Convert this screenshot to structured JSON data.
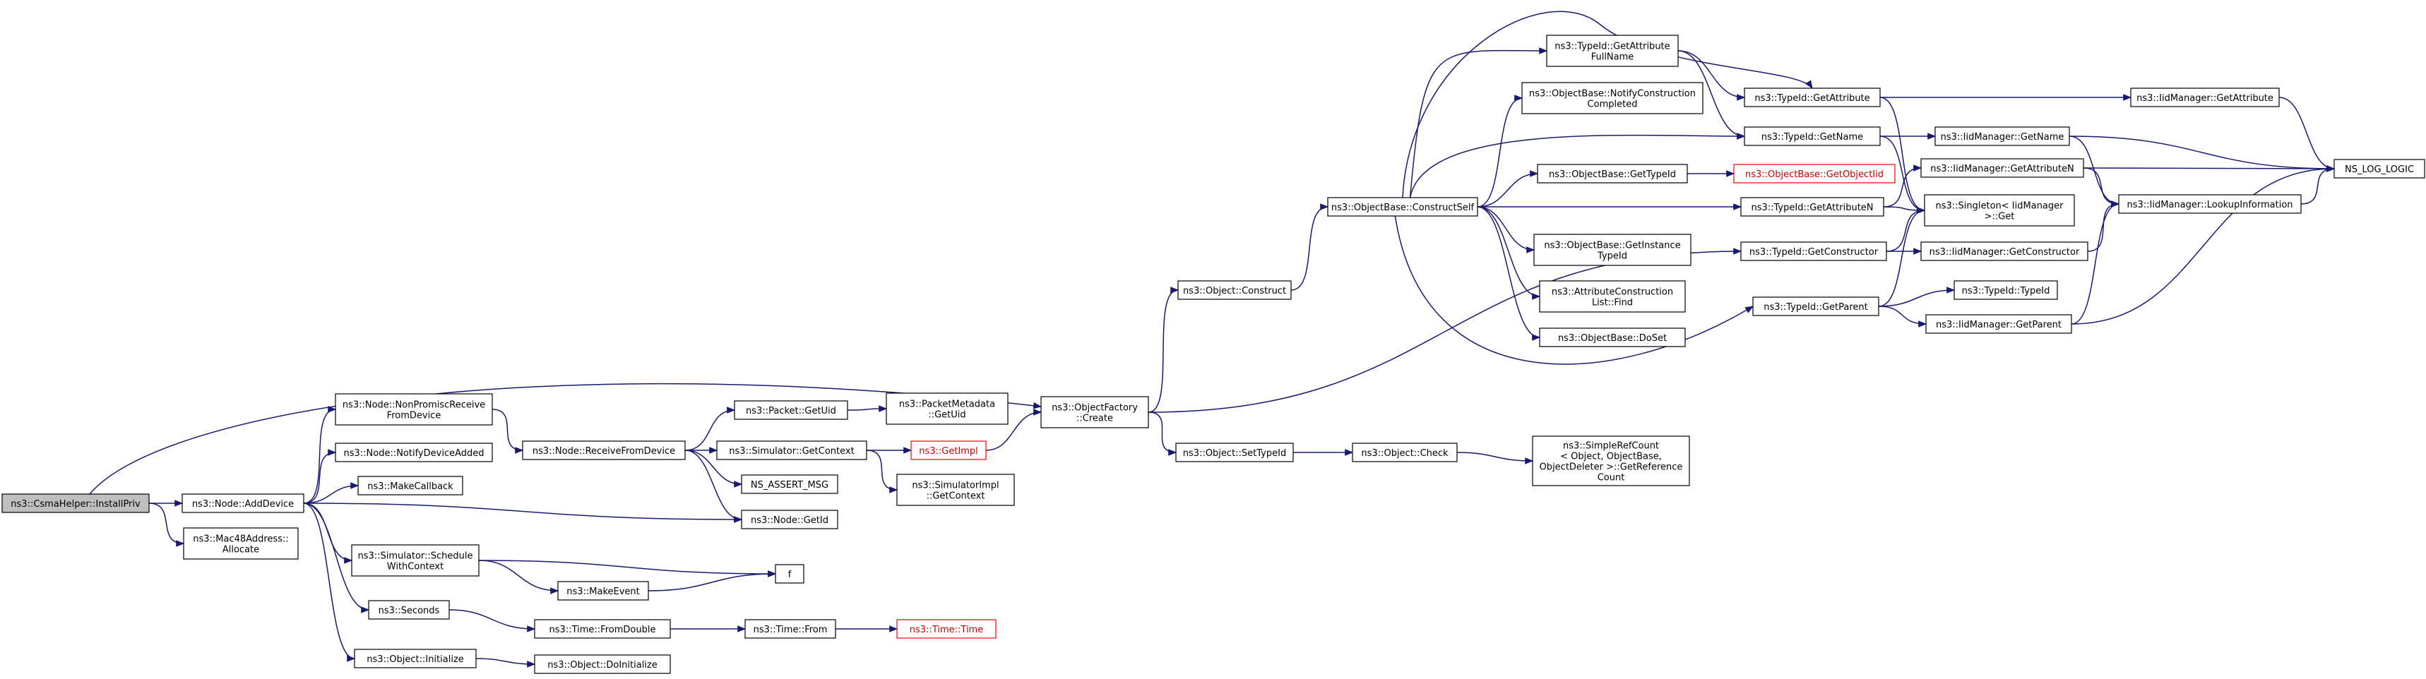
{
  "diagram": {
    "type": "call-graph",
    "colors": {
      "edge": "#191970",
      "root_fill": "#bfbfbf",
      "truncated_border": "#ff0000",
      "node_border": "#000000"
    },
    "nodes": [
      {
        "id": "installpriv",
        "lines": [
          "ns3::CsmaHelper::InstallPriv"
        ],
        "style": "root"
      },
      {
        "id": "adddevice",
        "lines": [
          "ns3::Node::AddDevice"
        ]
      },
      {
        "id": "mac48",
        "lines": [
          "ns3::Mac48Address::",
          "Allocate"
        ]
      },
      {
        "id": "nonpromisc",
        "lines": [
          "ns3::Node::NonPromiscReceive",
          "FromDevice"
        ]
      },
      {
        "id": "notifydev",
        "lines": [
          "ns3::Node::NotifyDeviceAdded"
        ]
      },
      {
        "id": "makecallback",
        "lines": [
          "ns3::MakeCallback"
        ]
      },
      {
        "id": "schedule",
        "lines": [
          "ns3::Simulator::Schedule",
          "WithContext"
        ]
      },
      {
        "id": "seconds",
        "lines": [
          "ns3::Seconds"
        ]
      },
      {
        "id": "initialize",
        "lines": [
          "ns3::Object::Initialize"
        ]
      },
      {
        "id": "receivefrom",
        "lines": [
          "ns3::Node::ReceiveFromDevice"
        ]
      },
      {
        "id": "getid",
        "lines": [
          "ns3::Node::GetId"
        ]
      },
      {
        "id": "makeevent",
        "lines": [
          "ns3::MakeEvent"
        ]
      },
      {
        "id": "fromdouble",
        "lines": [
          "ns3::Time::FromDouble"
        ]
      },
      {
        "id": "doinit",
        "lines": [
          "ns3::Object::DoInitialize"
        ]
      },
      {
        "id": "getuid",
        "lines": [
          "ns3::Packet::GetUid"
        ]
      },
      {
        "id": "getcontext",
        "lines": [
          "ns3::Simulator::GetContext"
        ]
      },
      {
        "id": "assertmsg",
        "lines": [
          "NS_ASSERT_MSG"
        ]
      },
      {
        "id": "f",
        "lines": [
          "f"
        ]
      },
      {
        "id": "timefrom",
        "lines": [
          "ns3::Time::From"
        ]
      },
      {
        "id": "pmgetuid",
        "lines": [
          "ns3::PacketMetadata",
          "::GetUid"
        ]
      },
      {
        "id": "getimpl",
        "lines": [
          "ns3::GetImpl"
        ],
        "style": "truncated"
      },
      {
        "id": "simimplctx",
        "lines": [
          "ns3::SimulatorImpl",
          "::GetContext"
        ]
      },
      {
        "id": "timetime",
        "lines": [
          "ns3::Time::Time"
        ],
        "style": "truncated"
      },
      {
        "id": "create",
        "lines": [
          "ns3::ObjectFactory",
          "::Create"
        ]
      },
      {
        "id": "construct",
        "lines": [
          "ns3::Object::Construct"
        ]
      },
      {
        "id": "settypeid",
        "lines": [
          "ns3::Object::SetTypeId"
        ]
      },
      {
        "id": "check",
        "lines": [
          "ns3::Object::Check"
        ]
      },
      {
        "id": "refcount",
        "lines": [
          "ns3::SimpleRefCount",
          "< Object, ObjectBase,",
          "ObjectDeleter >::GetReference",
          "Count"
        ]
      },
      {
        "id": "constructself",
        "lines": [
          "ns3::ObjectBase::ConstructSelf"
        ]
      },
      {
        "id": "gafullname",
        "lines": [
          "ns3::TypeId::GetAttribute",
          "FullName"
        ]
      },
      {
        "id": "notifyconstr",
        "lines": [
          "ns3::ObjectBase::NotifyConstruction",
          "Completed"
        ]
      },
      {
        "id": "obgettypeid",
        "lines": [
          "ns3::ObjectBase::GetTypeId"
        ]
      },
      {
        "id": "getinstance",
        "lines": [
          "ns3::ObjectBase::GetInstance",
          "TypeId"
        ]
      },
      {
        "id": "acfind",
        "lines": [
          "ns3::AttributeConstruction",
          "List::Find"
        ]
      },
      {
        "id": "doset",
        "lines": [
          "ns3::ObjectBase::DoSet"
        ]
      },
      {
        "id": "getobjectiid",
        "lines": [
          "ns3::ObjectBase::GetObjectIid"
        ],
        "style": "truncated"
      },
      {
        "id": "tgetattr",
        "lines": [
          "ns3::TypeId::GetAttribute"
        ]
      },
      {
        "id": "tgetname",
        "lines": [
          "ns3::TypeId::GetName"
        ]
      },
      {
        "id": "tgetattrn",
        "lines": [
          "ns3::TypeId::GetAttributeN"
        ]
      },
      {
        "id": "tgetconstr",
        "lines": [
          "ns3::TypeId::GetConstructor"
        ]
      },
      {
        "id": "tgetparent",
        "lines": [
          "ns3::TypeId::GetParent"
        ]
      },
      {
        "id": "singleton",
        "lines": [
          "ns3::Singleton< IidManager",
          ">::Get"
        ]
      },
      {
        "id": "igetname",
        "lines": [
          "ns3::IidManager::GetName"
        ]
      },
      {
        "id": "igetattrn",
        "lines": [
          "ns3::IidManager::GetAttributeN"
        ]
      },
      {
        "id": "igetconstr",
        "lines": [
          "ns3::IidManager::GetConstructor"
        ]
      },
      {
        "id": "ttypeid",
        "lines": [
          "ns3::TypeId::TypeId"
        ]
      },
      {
        "id": "igetparent",
        "lines": [
          "ns3::IidManager::GetParent"
        ]
      },
      {
        "id": "igetattr",
        "lines": [
          "ns3::IidManager::GetAttribute"
        ]
      },
      {
        "id": "lookup",
        "lines": [
          "ns3::IidManager::LookupInformation"
        ]
      },
      {
        "id": "nslog",
        "lines": [
          "NS_LOG_LOGIC"
        ]
      }
    ]
  }
}
